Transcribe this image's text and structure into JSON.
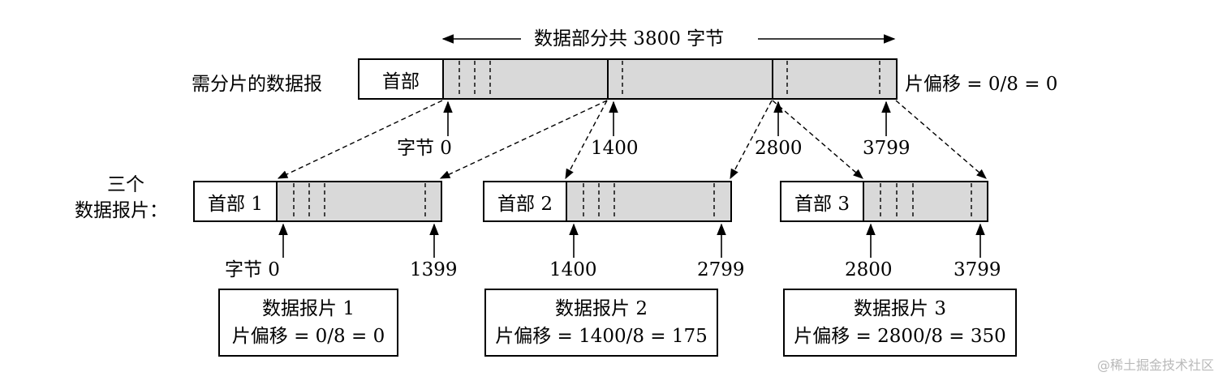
{
  "top_bar": {
    "span_label": "数据部分共 3800 字节",
    "datagram_label": "需分片的数据报",
    "header_label": "首部",
    "offset_label": "片偏移 = 0/8 = 0",
    "byte_labels": [
      "字节 0",
      "1400",
      "2800",
      "3799"
    ]
  },
  "fragments_group_label": [
    "三个",
    "数据报片："
  ],
  "fragments": [
    {
      "header_label": "首部 1",
      "start_label": "字节 0",
      "end_label": "1399",
      "note_title": "数据报片 1",
      "note_offset": "片偏移 = 0/8 = 0"
    },
    {
      "header_label": "首部 2",
      "start_label": "1400",
      "end_label": "2799",
      "note_title": "数据报片 2",
      "note_offset": "片偏移 = 1400/8 = 175"
    },
    {
      "header_label": "首部 3",
      "start_label": "2800",
      "end_label": "3799",
      "note_title": "数据报片 3",
      "note_offset": "片偏移 = 2800/8 = 350"
    }
  ],
  "watermark": "@稀土掘金技术社区",
  "colors": {
    "data_fill": "#d9d9d9",
    "line": "#000000",
    "watermark": "#b9b9b9"
  }
}
